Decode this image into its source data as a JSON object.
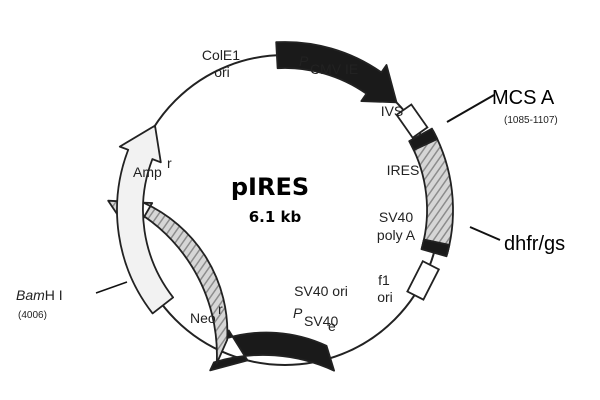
{
  "plasmid": {
    "name": "pIRES",
    "size": "6.1 kb"
  },
  "labels": {
    "cole1_line1": "ColE1",
    "cole1_line2": "ori",
    "pcmv_p": "P",
    "pcmv_sub": "CMV IE",
    "ivs": "IVS",
    "ires": "IRES",
    "sv40polya_line1": "SV40",
    "sv40polya_line2": "poly A",
    "f1_line1": "f1",
    "f1_line2": "ori",
    "sv40ori": "SV40 ori",
    "psv40_p": "P",
    "psv40_sub": "SV40",
    "psv40_subsub": "e",
    "amp": "Amp",
    "amp_sup": "r",
    "neo": "Neo",
    "neo_sup": "r"
  },
  "sites": {
    "mcs_a": "MCS A",
    "mcs_a_range": "(1085-1107)",
    "dhfr_gs": "dhfr/gs",
    "bamhi_italic": "Bam",
    "bamhi_rest": "H I",
    "bamhi_pos": "(4006)"
  },
  "colors": {
    "outline": "#222222",
    "dark_fill": "#1a1a1a",
    "light_fill": "#f2f2f2",
    "hatch_fill": "#bdbdbd",
    "background": "#ffffff"
  }
}
